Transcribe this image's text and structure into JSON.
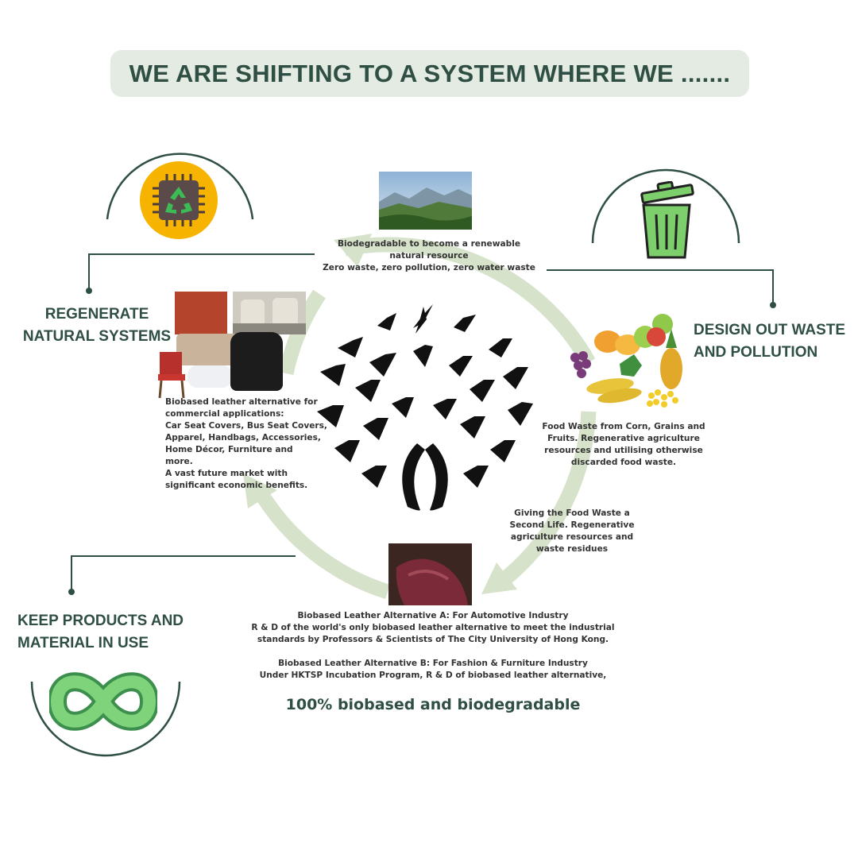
{
  "title": "WE ARE SHIFTING TO A SYSTEM WHERE WE .......",
  "pillars": {
    "regenerate": [
      "REGENERATE",
      "NATURAL SYSTEMS"
    ],
    "design_out": [
      "DESIGN OUT WASTE",
      "AND POLLUTION"
    ],
    "keep_products": [
      "KEEP PRODUCTS AND",
      "MATERIAL IN USE"
    ]
  },
  "captions": {
    "top": [
      "Biodegradable to become a renewable",
      "natural resource",
      "Zero waste, zero pollution, zero water waste"
    ],
    "right": [
      "Food Waste from Corn, Grains and",
      "Fruits. Regenerative agriculture",
      "resources and utilising otherwise",
      "discarded food waste."
    ],
    "lower_right": [
      "Giving the Food Waste a",
      "Second Life. Regenerative",
      "agriculture resources and",
      "waste residues"
    ],
    "left": [
      "Biobased leather alternative for",
      "commercial applications:",
      "Car Seat Covers, Bus Seat Covers,",
      "Apparel, Handbags, Accessories,",
      "Home Décor, Furniture and",
      "more.",
      "A vast future market with",
      "significant economic benefits."
    ],
    "bottom_a": [
      "Biobased Leather Alternative A: For Automotive Industry",
      "R & D of the world's only biobased leather alternative to meet the industrial",
      "standards by Professors & Scientists of The City University of Hong Kong."
    ],
    "bottom_b": [
      "Biobased Leather Alternative B: For Fashion & Furniture Industry",
      "Under HKTSP Incubation Program, R & D of biobased leather alternative,"
    ]
  },
  "tagline": "100% biobased and biodegradable",
  "icons": {
    "regenerate": "recycle-chip-icon",
    "design_out": "trash-bin-icon",
    "keep_products": "infinity-loop-icon",
    "center": "bird-tree-logo"
  },
  "colors": {
    "text": "#2f4f44",
    "arrow_ring": "#d6e2c9",
    "pill": "#e3ebe3",
    "connector": "#2f4f44"
  }
}
